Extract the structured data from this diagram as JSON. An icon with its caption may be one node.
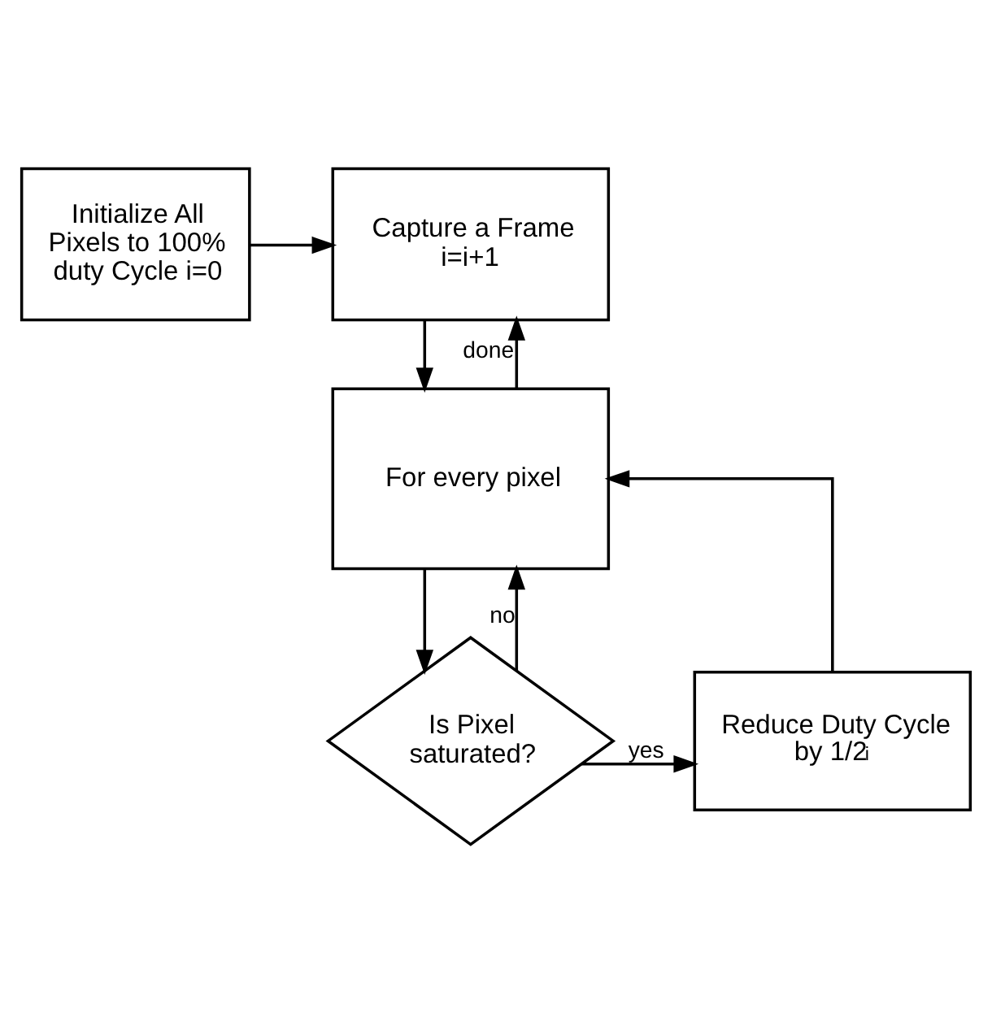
{
  "diagram": {
    "nodes": [
      {
        "text": [
          "Initialize All Pixels to 100% duty Cycle i=0"
        ]
      },
      {
        "text": [
          "Capture a Frame i=i+1"
        ]
      },
      {
        "text": [
          "For every pixel"
        ]
      },
      {
        "text": [
          "Reduce Duty Cycle by 1/2$^{i}$"
        ]
      },
      {
        "text": [
          "Is Pixel saturated?"
        ]
      }
    ],
    "edges": [
      {
        "from": 0,
        "to": 1,
        "arrow": "to"
      },
      {
        "from": 1,
        "to": 2,
        "arrow": "to"
      },
      {
        "from": 2,
        "to": 1,
        "arrow": "to",
        "label": "done"
      },
      {
        "from": 2,
        "to": 4,
        "arrow": "to"
      },
      {
        "from": 4,
        "to": 3,
        "arrow": "to",
        "label": "yes"
      },
      {
        "from": 3,
        "to": 2,
        "arrow": "to"
      },
      {
        "from": 4,
        "to": 2,
        "arrow": "to",
        "label": "no"
      }
    ]
  }
}
